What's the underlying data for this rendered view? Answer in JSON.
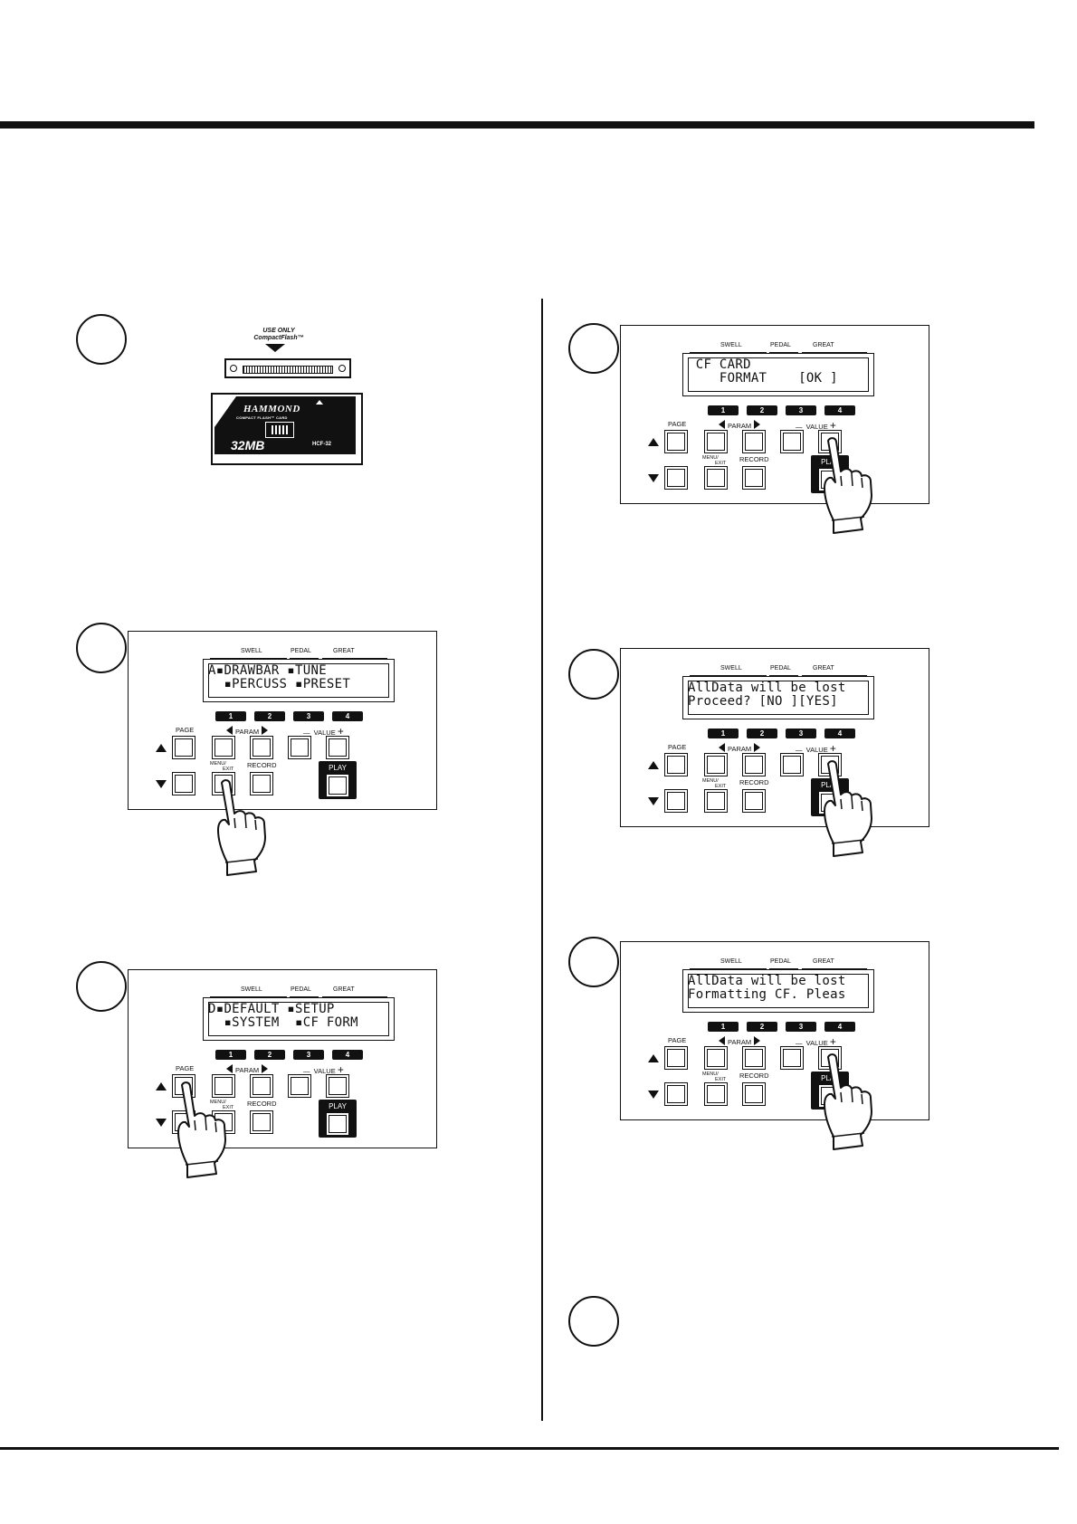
{
  "card": {
    "use_only": "USE ONLY",
    "compactflash": "CompactFlash™",
    "brand": "HAMMOND",
    "subtitle": "COMPACT FLASH™ CARD",
    "capacity": "32MB",
    "model": "HCF-32"
  },
  "panel_labels": {
    "swell": "SWELL",
    "pedal": "PEDAL",
    "great": "GREAT",
    "tab_1": "1",
    "tab_2": "2",
    "tab_3": "3",
    "tab_4": "4",
    "page": "PAGE",
    "param": "PARAM",
    "value": "VALUE",
    "minus": "—",
    "plus": "+",
    "menu": "MENU/",
    "exit": "EXIT",
    "record": "RECORD",
    "play": "PLAY"
  },
  "panels": [
    {
      "lcd_line1": "A▪DRAWBAR ▪TUNE",
      "lcd_line2": "  ▪PERCUSS ▪PRESET",
      "pressed": "menu"
    },
    {
      "lcd_line1": "D▪DEFAULT ▪SETUP",
      "lcd_line2": "  ▪SYSTEM  ▪CF FORM",
      "pressed": "page_up"
    },
    {
      "lcd_line1": " CF CARD",
      "lcd_line2": "    FORMAT    [OK ]",
      "pressed": "value_plus"
    },
    {
      "lcd_line1": "AllData will be lost",
      "lcd_line2": "Proceed? [NO ][YES]",
      "pressed": "value_plus"
    },
    {
      "lcd_line1": "AllData will be lost",
      "lcd_line2": "Formatting CF. Pleas",
      "pressed": "value_plus"
    }
  ],
  "colors": {
    "ink": "#111111",
    "paper": "#ffffff"
  }
}
